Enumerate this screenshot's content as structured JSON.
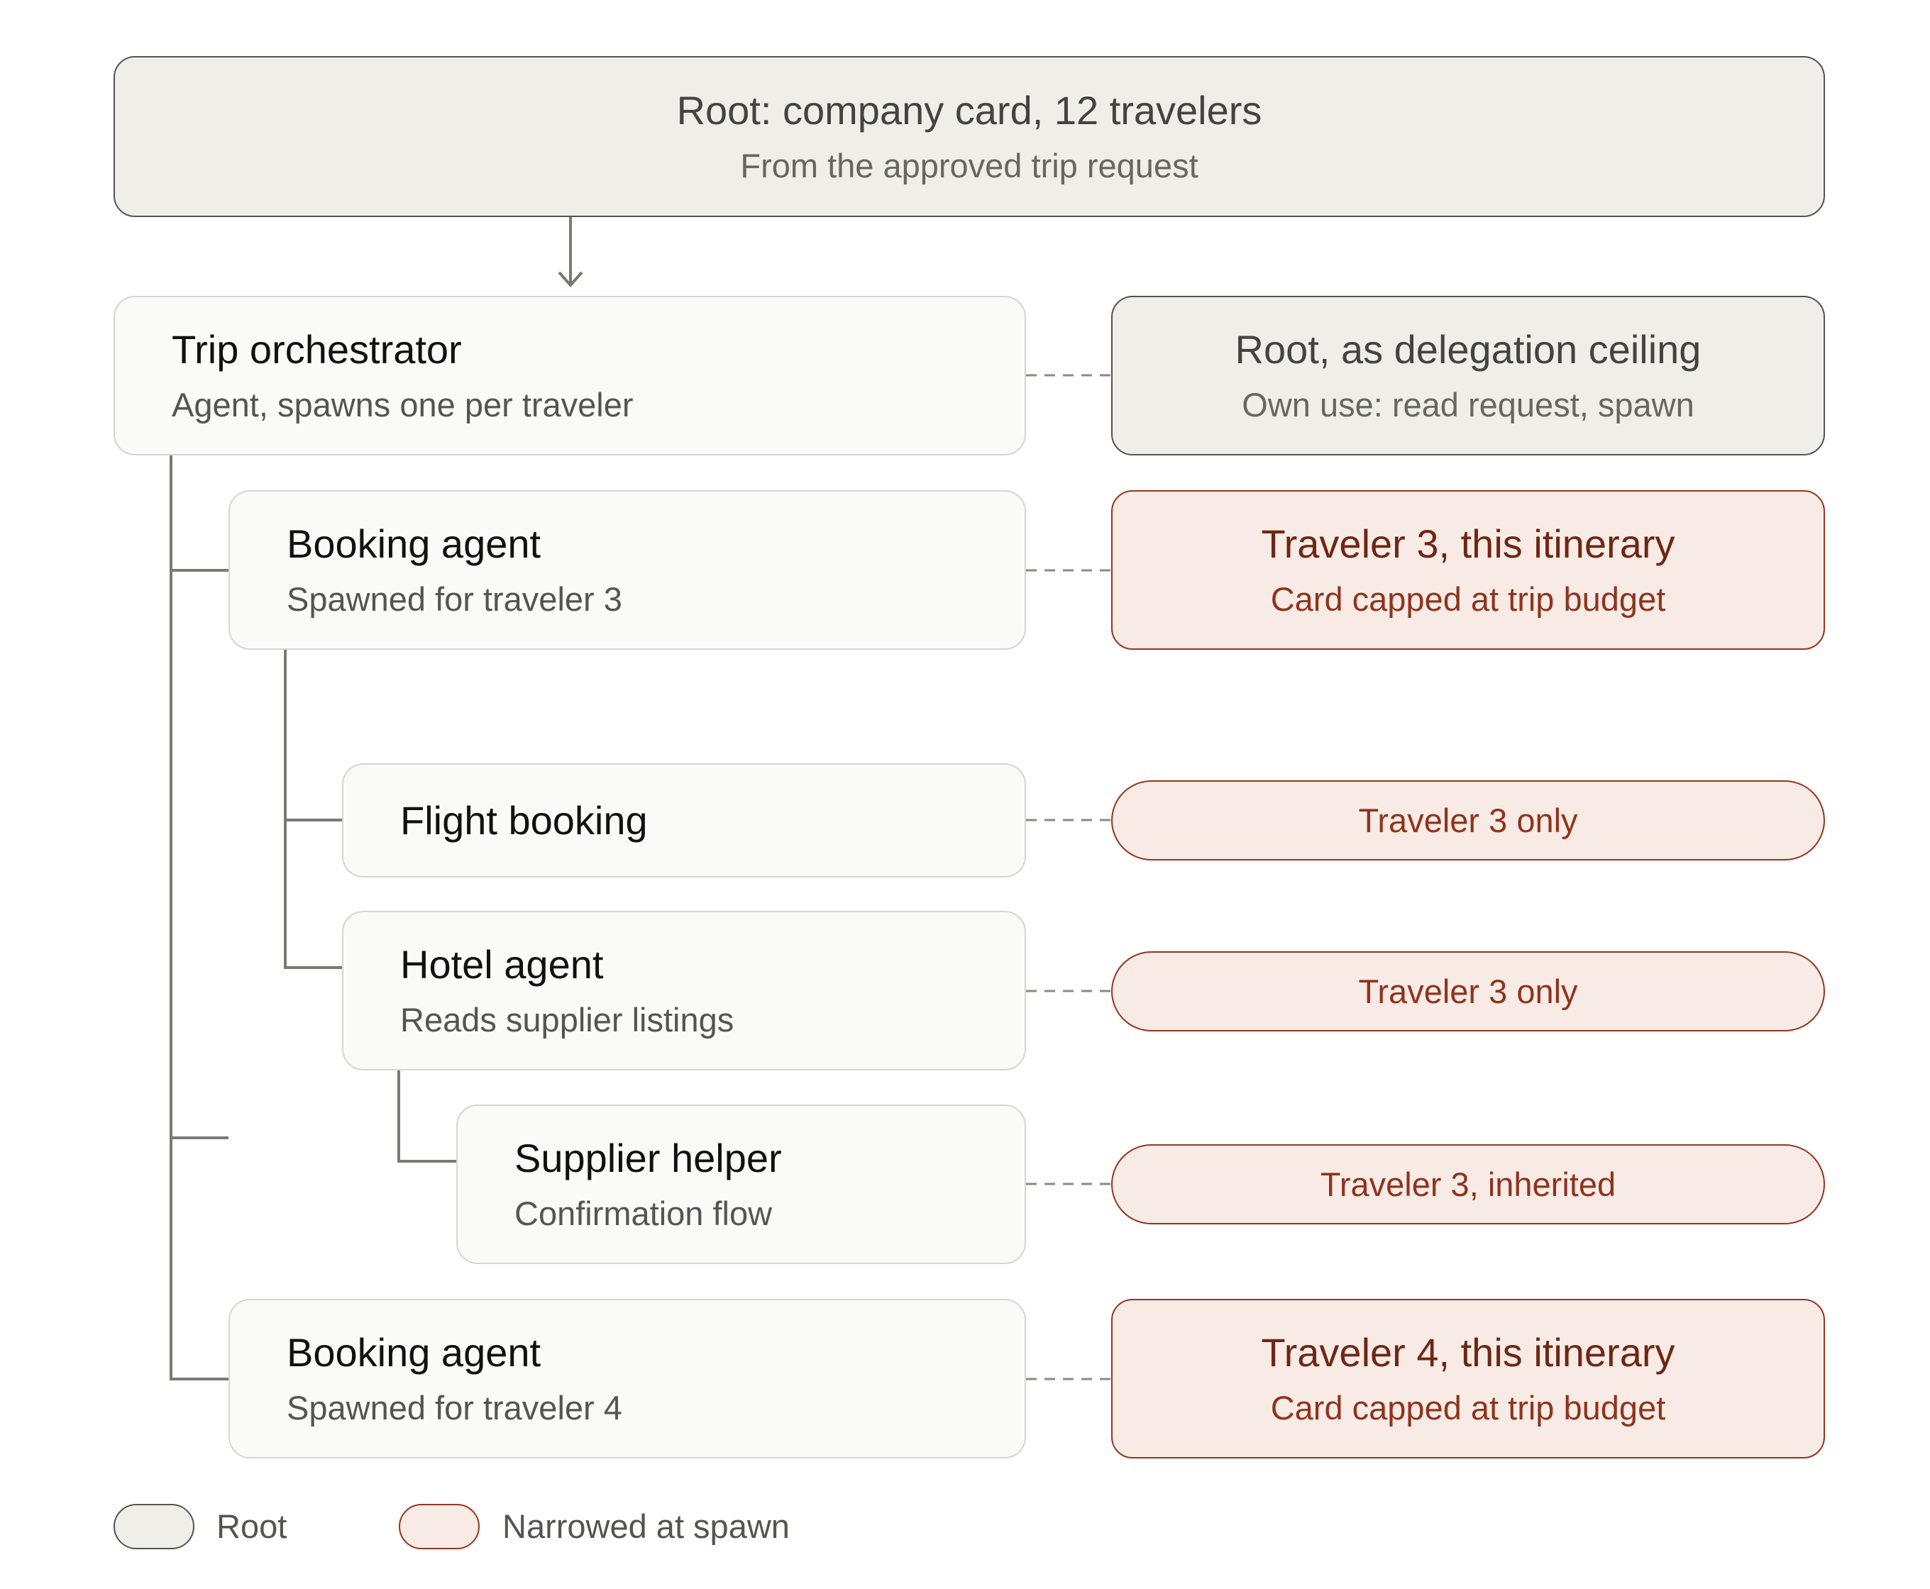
{
  "root": {
    "title": "Root: company card, 12 travelers",
    "subtitle": "From the approved trip request"
  },
  "agents": {
    "orchestrator": {
      "title": "Trip orchestrator",
      "subtitle": "Agent, spawns one per traveler"
    },
    "booking3": {
      "title": "Booking agent",
      "subtitle": "Spawned for traveler 3"
    },
    "flight": {
      "title": "Flight booking"
    },
    "hotel": {
      "title": "Hotel agent",
      "subtitle": "Reads supplier listings"
    },
    "supplier": {
      "title": "Supplier helper",
      "subtitle": "Confirmation flow"
    },
    "booking4": {
      "title": "Booking agent",
      "subtitle": "Spawned for traveler 4"
    }
  },
  "scopes": {
    "ceiling": {
      "title": "Root, as delegation ceiling",
      "subtitle": "Own use: read request, spawn"
    },
    "traveler3": {
      "title": "Traveler 3, this itinerary",
      "subtitle": "Card capped at trip budget"
    },
    "flight": {
      "label": "Traveler 3 only"
    },
    "hotel": {
      "label": "Traveler 3 only"
    },
    "supplier": {
      "label": "Traveler 3, inherited"
    },
    "traveler4": {
      "title": "Traveler 4, this itinerary",
      "subtitle": "Card capped at trip budget"
    }
  },
  "legend": {
    "root_label": "Root",
    "narrowed_label": "Narrowed at spawn"
  },
  "colors": {
    "root_fill": "#f0eee8",
    "root_stroke": "#55544f",
    "agent_fill": "#fafaf8",
    "agent_stroke": "#d6d5d1",
    "narrowed_fill": "#f8ebe6",
    "narrowed_stroke": "#96351f",
    "connector": "#7a7974"
  }
}
